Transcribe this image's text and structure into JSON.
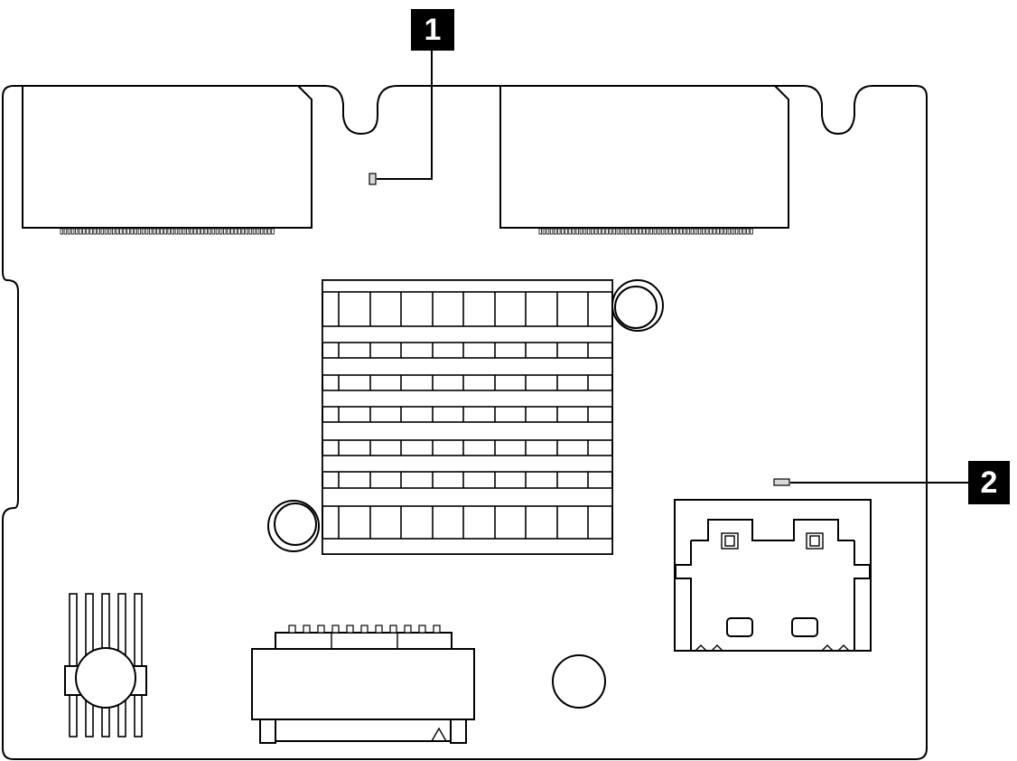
{
  "callouts": [
    {
      "id": 1,
      "label": "1"
    },
    {
      "id": 2,
      "label": "2"
    }
  ],
  "colors": {
    "line": "#000000",
    "background": "#ffffff",
    "led_fill": "#d9d9d9",
    "callout_bg": "#000000",
    "callout_text": "#ffffff"
  }
}
